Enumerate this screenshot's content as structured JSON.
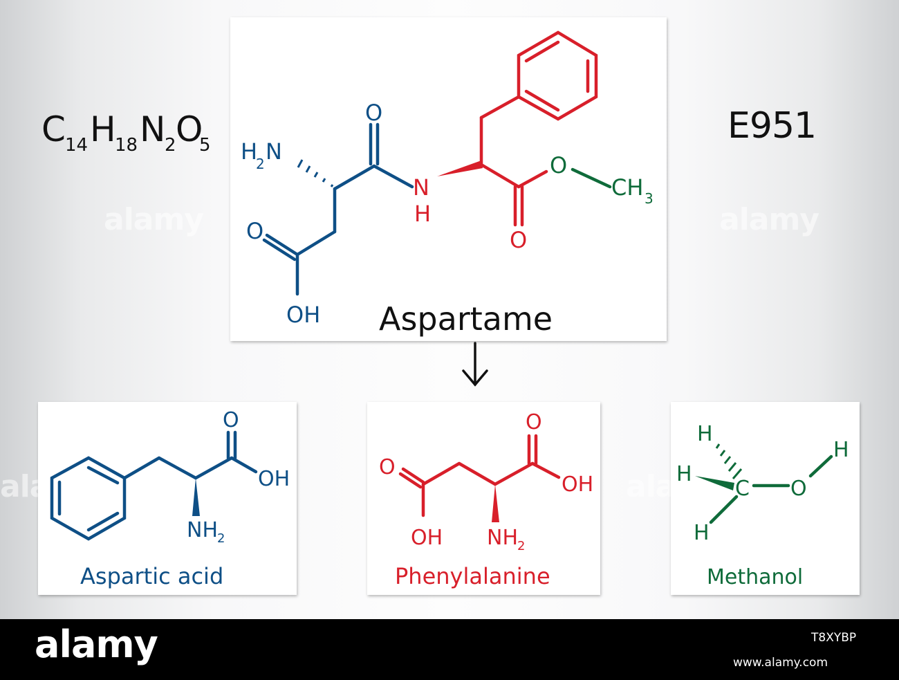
{
  "formula": {
    "C": "C",
    "c_sub": "14",
    "H": "H",
    "h_sub": "18",
    "N": "N",
    "n_sub": "2",
    "O": "O",
    "o_sub": "5"
  },
  "e_number": "E951",
  "aspartame": {
    "title": "Aspartame",
    "labels": {
      "h2n_h": "H",
      "h2n_2": "2",
      "h2n_n": "N",
      "o_top": "O",
      "nh_n": "N",
      "nh_h": "H",
      "ester_o": "O",
      "ch3_c": "CH",
      "ch3_3": "3",
      "carbonyl_o": "O",
      "acid_o": "O",
      "oh": "OH"
    }
  },
  "products": [
    {
      "name": "Aspartic acid",
      "color": "#0e4f86",
      "labels": {
        "o": "O",
        "oh": "OH",
        "nh": "NH",
        "nh_2": "2"
      }
    },
    {
      "name": "Phenylalanine",
      "color": "#d81f2a",
      "labels": {
        "o_left": "O",
        "o_top": "O",
        "oh_right": "OH",
        "oh_bottom": "OH",
        "nh": "NH",
        "nh_2": "2"
      }
    },
    {
      "name": "Methanol",
      "color": "#0f6b3a",
      "labels": {
        "h_top": "H",
        "h_mid": "H",
        "h_bottom": "H",
        "c": "C",
        "o": "O",
        "h_right": "H"
      }
    }
  ],
  "colors": {
    "blue": "#0e4f86",
    "red": "#d81f2a",
    "green": "#0f6b3a",
    "black": "#111111"
  },
  "watermark": "alamy",
  "footer": {
    "logo": "alamy",
    "image_id": "T8XYBP",
    "url": "www.alamy.com"
  }
}
